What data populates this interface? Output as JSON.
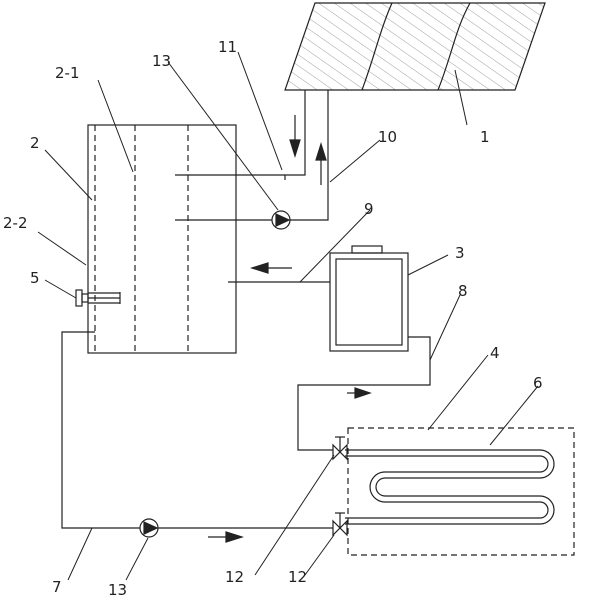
{
  "labels": {
    "solar_collector": "1",
    "tank": "2",
    "tank_inner_layer": "2-1",
    "tank_outer_layer": "2-2",
    "heater_unit": "3",
    "floor_heating_zone": "4",
    "electric_heater": "5",
    "coil": "6",
    "supply_pipe": "7",
    "heater_return_pipe": "8",
    "heater_feed_pipe": "9",
    "collector_return_pipe": "10",
    "collector_feed_pipe": "11",
    "valve_upper": "12",
    "valve_lower": "12",
    "pump_upper": "13",
    "pump_lower": "13"
  }
}
